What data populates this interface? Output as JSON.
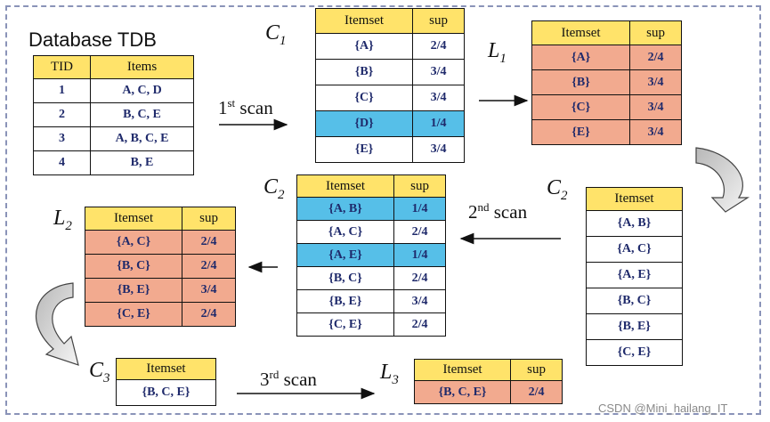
{
  "tdb": {
    "title": "Database TDB",
    "headers": [
      "TID",
      "Items"
    ],
    "rows": [
      [
        "1",
        "A, C, D"
      ],
      [
        "2",
        "B, C, E"
      ],
      [
        "3",
        "A, B, C, E"
      ],
      [
        "4",
        "B, E"
      ]
    ]
  },
  "c1": {
    "label": "C",
    "sub": "1",
    "headers": [
      "Itemset",
      "sup"
    ],
    "rows": [
      [
        "{A}",
        "2/4"
      ],
      [
        "{B}",
        "3/4"
      ],
      [
        "{C}",
        "3/4"
      ],
      [
        "{D}",
        "1/4"
      ],
      [
        "{E}",
        "3/4"
      ]
    ],
    "highlight_rows": [
      3
    ]
  },
  "l1": {
    "label": "L",
    "sub": "1",
    "headers": [
      "Itemset",
      "sup"
    ],
    "rows": [
      [
        "{A}",
        "2/4"
      ],
      [
        "{B}",
        "3/4"
      ],
      [
        "{C}",
        "3/4"
      ],
      [
        "{E}",
        "3/4"
      ]
    ]
  },
  "c2_candidates": {
    "label": "C",
    "sub": "2",
    "headers": [
      "Itemset"
    ],
    "rows": [
      [
        "{A, B}"
      ],
      [
        "{A, C}"
      ],
      [
        "{A, E}"
      ],
      [
        "{B, C}"
      ],
      [
        "{B, E}"
      ],
      [
        "{C, E}"
      ]
    ]
  },
  "c2_counted": {
    "label": "C",
    "sub": "2",
    "headers": [
      "Itemset",
      "sup"
    ],
    "rows": [
      [
        "{A, B}",
        "1/4"
      ],
      [
        "{A, C}",
        "2/4"
      ],
      [
        "{A, E}",
        "1/4"
      ],
      [
        "{B, C}",
        "2/4"
      ],
      [
        "{B, E}",
        "3/4"
      ],
      [
        "{C, E}",
        "2/4"
      ]
    ],
    "highlight_rows": [
      0,
      2
    ]
  },
  "l2": {
    "label": "L",
    "sub": "2",
    "headers": [
      "Itemset",
      "sup"
    ],
    "rows": [
      [
        "{A, C}",
        "2/4"
      ],
      [
        "{B, C}",
        "2/4"
      ],
      [
        "{B, E}",
        "3/4"
      ],
      [
        "{C, E}",
        "2/4"
      ]
    ]
  },
  "c3": {
    "label": "C",
    "sub": "3",
    "headers": [
      "Itemset"
    ],
    "rows": [
      [
        "{B, C, E}"
      ]
    ]
  },
  "l3": {
    "label": "L",
    "sub": "3",
    "headers": [
      "Itemset",
      "sup"
    ],
    "rows": [
      [
        "{B, C, E}",
        "2/4"
      ]
    ]
  },
  "scans": {
    "first": {
      "num": "1",
      "suffix": "st",
      "word": " scan"
    },
    "second": {
      "num": "2",
      "suffix": "nd",
      "word": " scan"
    },
    "third": {
      "num": "3",
      "suffix": "rd",
      "word": " scan"
    }
  },
  "colors": {
    "header": "#ffe36a",
    "highlight": "#56bfe8",
    "frequent": "#f2aa8f",
    "text": "#1f2a6b"
  },
  "watermark": "CSDN @Mini_hailang_IT"
}
